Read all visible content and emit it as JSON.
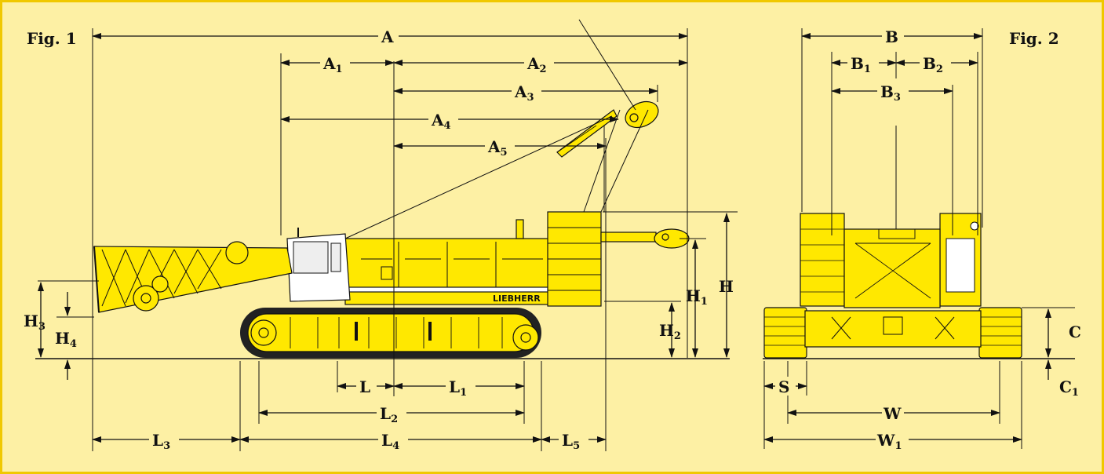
{
  "figures": {
    "fig1": "Fig. 1",
    "fig2": "Fig. 2"
  },
  "brand_text": "LIEBHERR",
  "colors": {
    "background": "#fdf0a4",
    "border": "#f0c800",
    "crane": "#ffe800",
    "ink": "#111111"
  },
  "dimensions": {
    "A": {
      "base": "A",
      "sub": ""
    },
    "A1": {
      "base": "A",
      "sub": "1"
    },
    "A2": {
      "base": "A",
      "sub": "2"
    },
    "A3": {
      "base": "A",
      "sub": "3"
    },
    "A4": {
      "base": "A",
      "sub": "4"
    },
    "A5": {
      "base": "A",
      "sub": "5"
    },
    "B": {
      "base": "B",
      "sub": ""
    },
    "B1": {
      "base": "B",
      "sub": "1"
    },
    "B2": {
      "base": "B",
      "sub": "2"
    },
    "B3": {
      "base": "B",
      "sub": "3"
    },
    "H": {
      "base": "H",
      "sub": ""
    },
    "H1": {
      "base": "H",
      "sub": "1"
    },
    "H2": {
      "base": "H",
      "sub": "2"
    },
    "H3": {
      "base": "H",
      "sub": "3"
    },
    "H4": {
      "base": "H",
      "sub": "4"
    },
    "L": {
      "base": "L",
      "sub": ""
    },
    "L1": {
      "base": "L",
      "sub": "1"
    },
    "L2": {
      "base": "L",
      "sub": "2"
    },
    "L3": {
      "base": "L",
      "sub": "3"
    },
    "L4": {
      "base": "L",
      "sub": "4"
    },
    "L5": {
      "base": "L",
      "sub": "5"
    },
    "C": {
      "base": "C",
      "sub": ""
    },
    "C1": {
      "base": "C",
      "sub": "1"
    },
    "S": {
      "base": "S",
      "sub": ""
    },
    "W": {
      "base": "W",
      "sub": ""
    },
    "W1": {
      "base": "W",
      "sub": "1"
    }
  }
}
